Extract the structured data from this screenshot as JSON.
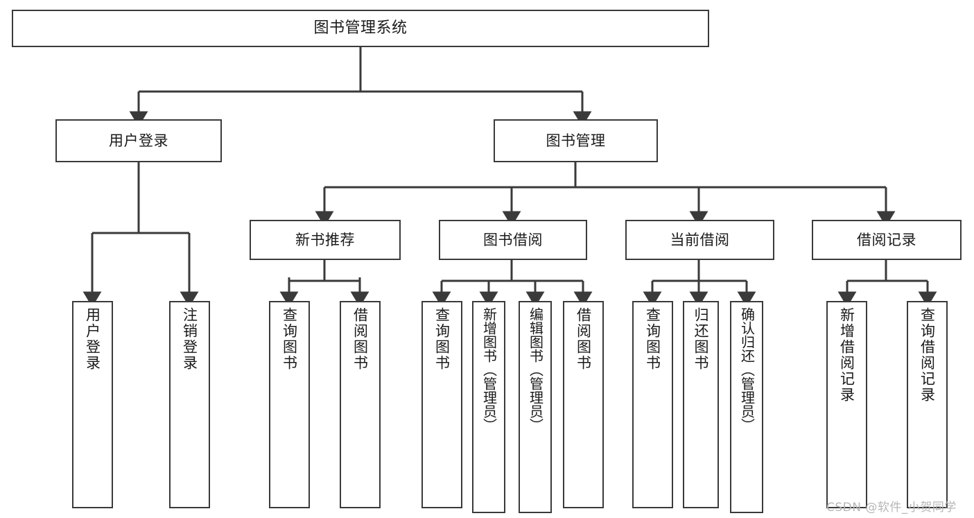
{
  "diagram": {
    "title": "图书管理系统",
    "watermark": "CSDN @软件_小贺同学",
    "edge_color": "#3a3a3a",
    "box_border_color": "#3a3a3a",
    "background_color": "#ffffff",
    "text_color": "#1a1a1a",
    "levels": {
      "root": {
        "label": "图书管理系统"
      },
      "level2": [
        {
          "label": "用户登录"
        },
        {
          "label": "图书管理"
        }
      ],
      "level3": [
        {
          "label": "新书推荐"
        },
        {
          "label": "图书借阅"
        },
        {
          "label": "当前借阅"
        },
        {
          "label": "借阅记录"
        }
      ],
      "leaves": {
        "user_login": [
          {
            "label": "用户登录"
          },
          {
            "label": "注销登录"
          }
        ],
        "new_book": [
          {
            "label": "查询图书"
          },
          {
            "label": "借阅图书"
          }
        ],
        "book_borrow": [
          {
            "label": "查询图书"
          },
          {
            "label": "新增图书（管理员）"
          },
          {
            "label": "编辑图书（管理员）"
          },
          {
            "label": "借阅图书"
          }
        ],
        "current_borrow": [
          {
            "label": "查询图书"
          },
          {
            "label": "归还图书"
          },
          {
            "label": "确认归还（管理员）"
          }
        ],
        "borrow_record": [
          {
            "label": "新增借阅记录"
          },
          {
            "label": "查询借阅记录"
          }
        ]
      }
    }
  }
}
